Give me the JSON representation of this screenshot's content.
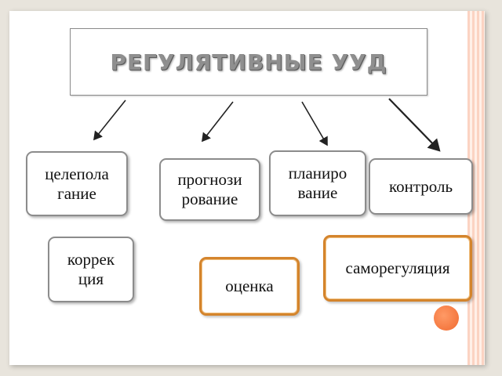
{
  "title": "РЕГУЛЯТИВНЫЕ УУД",
  "nodes": {
    "tselepolaganie": "целепола\nгание",
    "prognozirovanie": "прогнози\nрование",
    "planirovanie": "планиро\nвание",
    "kontrol": "контроль",
    "korrektsiya": "коррек\nция",
    "otsenka": "оценка",
    "samoregulyatsiya": "саморегуляция"
  },
  "colors": {
    "node_border": "#8c8c8c",
    "highlight_border": "#d4842c",
    "accent_circle": "#f06a30",
    "title_text": "#8f8f8f"
  }
}
